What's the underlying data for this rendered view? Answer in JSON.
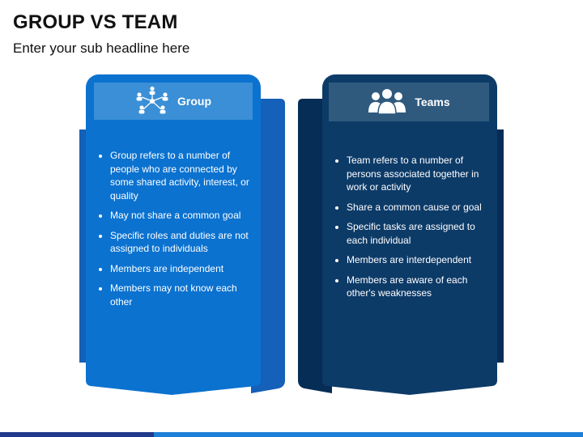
{
  "title": "GROUP VS TEAM",
  "subtitle": "Enter your sub headline here",
  "colors": {
    "group_primary": "#0b72d0",
    "group_header": "#3a8fd6",
    "group_back": "#1560b8",
    "team_primary": "#0d3b68",
    "team_header": "#2f5a7e",
    "team_back": "#062d55"
  },
  "cards": {
    "group": {
      "icon": "network-people-icon",
      "label": "Group",
      "points": [
        "Group refers to a number of people who are connected by some shared activity, interest, or quality",
        "May not share a common goal",
        "Specific roles and duties are not assigned to individuals",
        "Members are independent",
        "Members may not know each other"
      ]
    },
    "team": {
      "icon": "team-people-icon",
      "label": "Teams",
      "points": [
        "Team refers to a number of persons associated together in work or activity",
        "Share a common cause or goal",
        "Specific tasks are assigned to each individual",
        "Members are interdependent",
        "Members are aware of each other's weaknesses"
      ]
    }
  }
}
